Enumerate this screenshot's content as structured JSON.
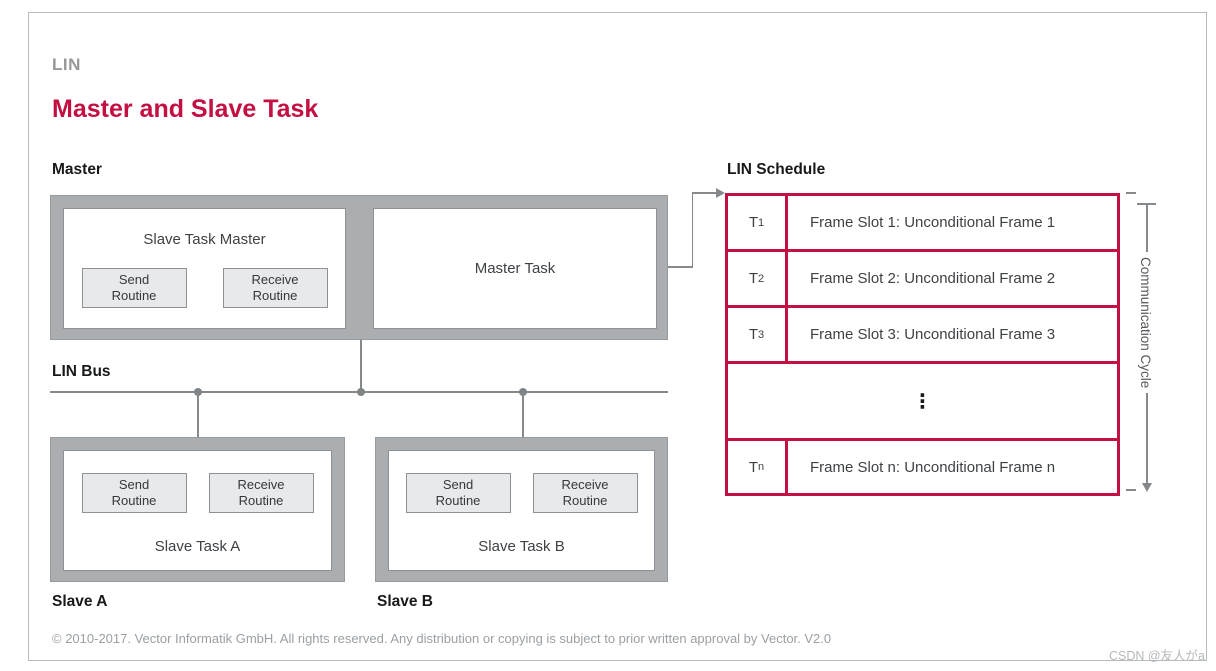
{
  "header": {
    "eyebrow": "LIN",
    "title": "Master and Slave Task"
  },
  "master": {
    "label": "Master",
    "slave_task_title": "Slave Task Master",
    "master_task_title": "Master Task"
  },
  "routine_buttons": {
    "send": [
      "Send",
      "Routine"
    ],
    "receive": [
      "Receive",
      "Routine"
    ]
  },
  "lin_bus": {
    "label": "LIN Bus"
  },
  "slave_a": {
    "label": "Slave A",
    "task_title": "Slave Task A"
  },
  "slave_b": {
    "label": "Slave B",
    "task_title": "Slave Task B"
  },
  "schedule": {
    "label": "LIN Schedule",
    "ellipsis": "⋮",
    "rows": [
      {
        "t": "T",
        "sub": "1",
        "text": "Frame Slot 1: Unconditional Frame 1"
      },
      {
        "t": "T",
        "sub": "2",
        "text": "Frame Slot 2: Unconditional Frame 2"
      },
      {
        "t": "T",
        "sub": "3",
        "text": "Frame Slot 3: Unconditional Frame 3"
      },
      {
        "t": "T",
        "sub": "n",
        "text": "Frame Slot n: Unconditional Frame n"
      }
    ]
  },
  "cycle": {
    "label": "Communication Cycle"
  },
  "footer": {
    "copyright": "© 2010-2017. Vector Informatik GmbH. All rights reserved. Any distribution or copying is subject to prior written approval by Vector. V2.0"
  },
  "watermark": "CSDN @友人がa",
  "colors": {
    "brand_red": "#c30f42",
    "container_gray": "#abaeb1",
    "line_gray": "#85898c",
    "button_bg": "#e7e9ea",
    "text_dark": "#3f4245",
    "muted_gray": "#9aa0a4"
  }
}
